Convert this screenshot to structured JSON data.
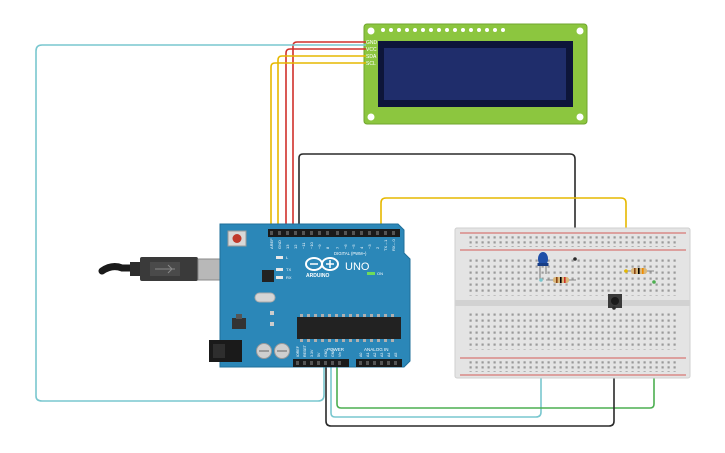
{
  "lcd": {
    "pins": [
      "GND",
      "VCC",
      "SDA",
      "SCL"
    ]
  },
  "arduino": {
    "brand_text": "ARDUINO",
    "model_text": "UNO",
    "on_label": "ON",
    "l_label": "L",
    "tx_label": "TX",
    "rx_label": "RX",
    "digital_label": "DIGITAL (PWM~)",
    "power_label": "POWER",
    "analog_label": "ANALOG IN",
    "digital_pins": [
      "AREF",
      "GND",
      "13",
      "12",
      "~11",
      "~10",
      "~9",
      "8",
      "7",
      "~6",
      "~5",
      "4",
      "~3",
      "2",
      "TX→1",
      "RX←0"
    ],
    "power_pins": [
      "IOREF",
      "RESET",
      "3.3V",
      "5V",
      "GND",
      "GND",
      "Vin"
    ],
    "analog_pins": [
      "A0",
      "A1",
      "A2",
      "A3",
      "A4",
      "A5"
    ]
  },
  "colors": {
    "wire_red": "#d0302b",
    "wire_yellow": "#e6b800",
    "wire_black": "#2a2a2a",
    "wire_cyan": "#79c7cf",
    "wire_green": "#4caf50",
    "board_blue": "#2b87b8",
    "lcd_green": "#8cc63f",
    "lcd_screen": "#1f2d6b"
  }
}
